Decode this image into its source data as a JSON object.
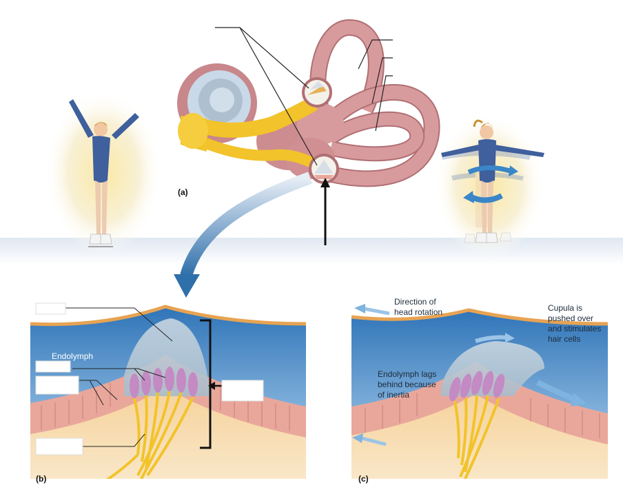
{
  "panels": {
    "a": "(a)",
    "b": "(b)",
    "c": "(c)"
  },
  "panel_b": {
    "endolymph": "Endolymph"
  },
  "panel_c": {
    "direction": "Direction of\nhead rotation",
    "cupula": "Cupula is\npushed over\nand stimulates\nhair cells",
    "lags": "Endolymph lags\nbehind because\nof inertia"
  },
  "colors": {
    "canal": "#d79b9d",
    "canal_dark": "#b06f73",
    "nerve": "#f2c32a",
    "endolymph": "#3d7fc0",
    "cupula": "#b9c9d6",
    "hair_cell": "#c38ac4",
    "epithelium": "#e9a79b",
    "connective": "#f3c890",
    "arrow": "#2f6faa"
  }
}
